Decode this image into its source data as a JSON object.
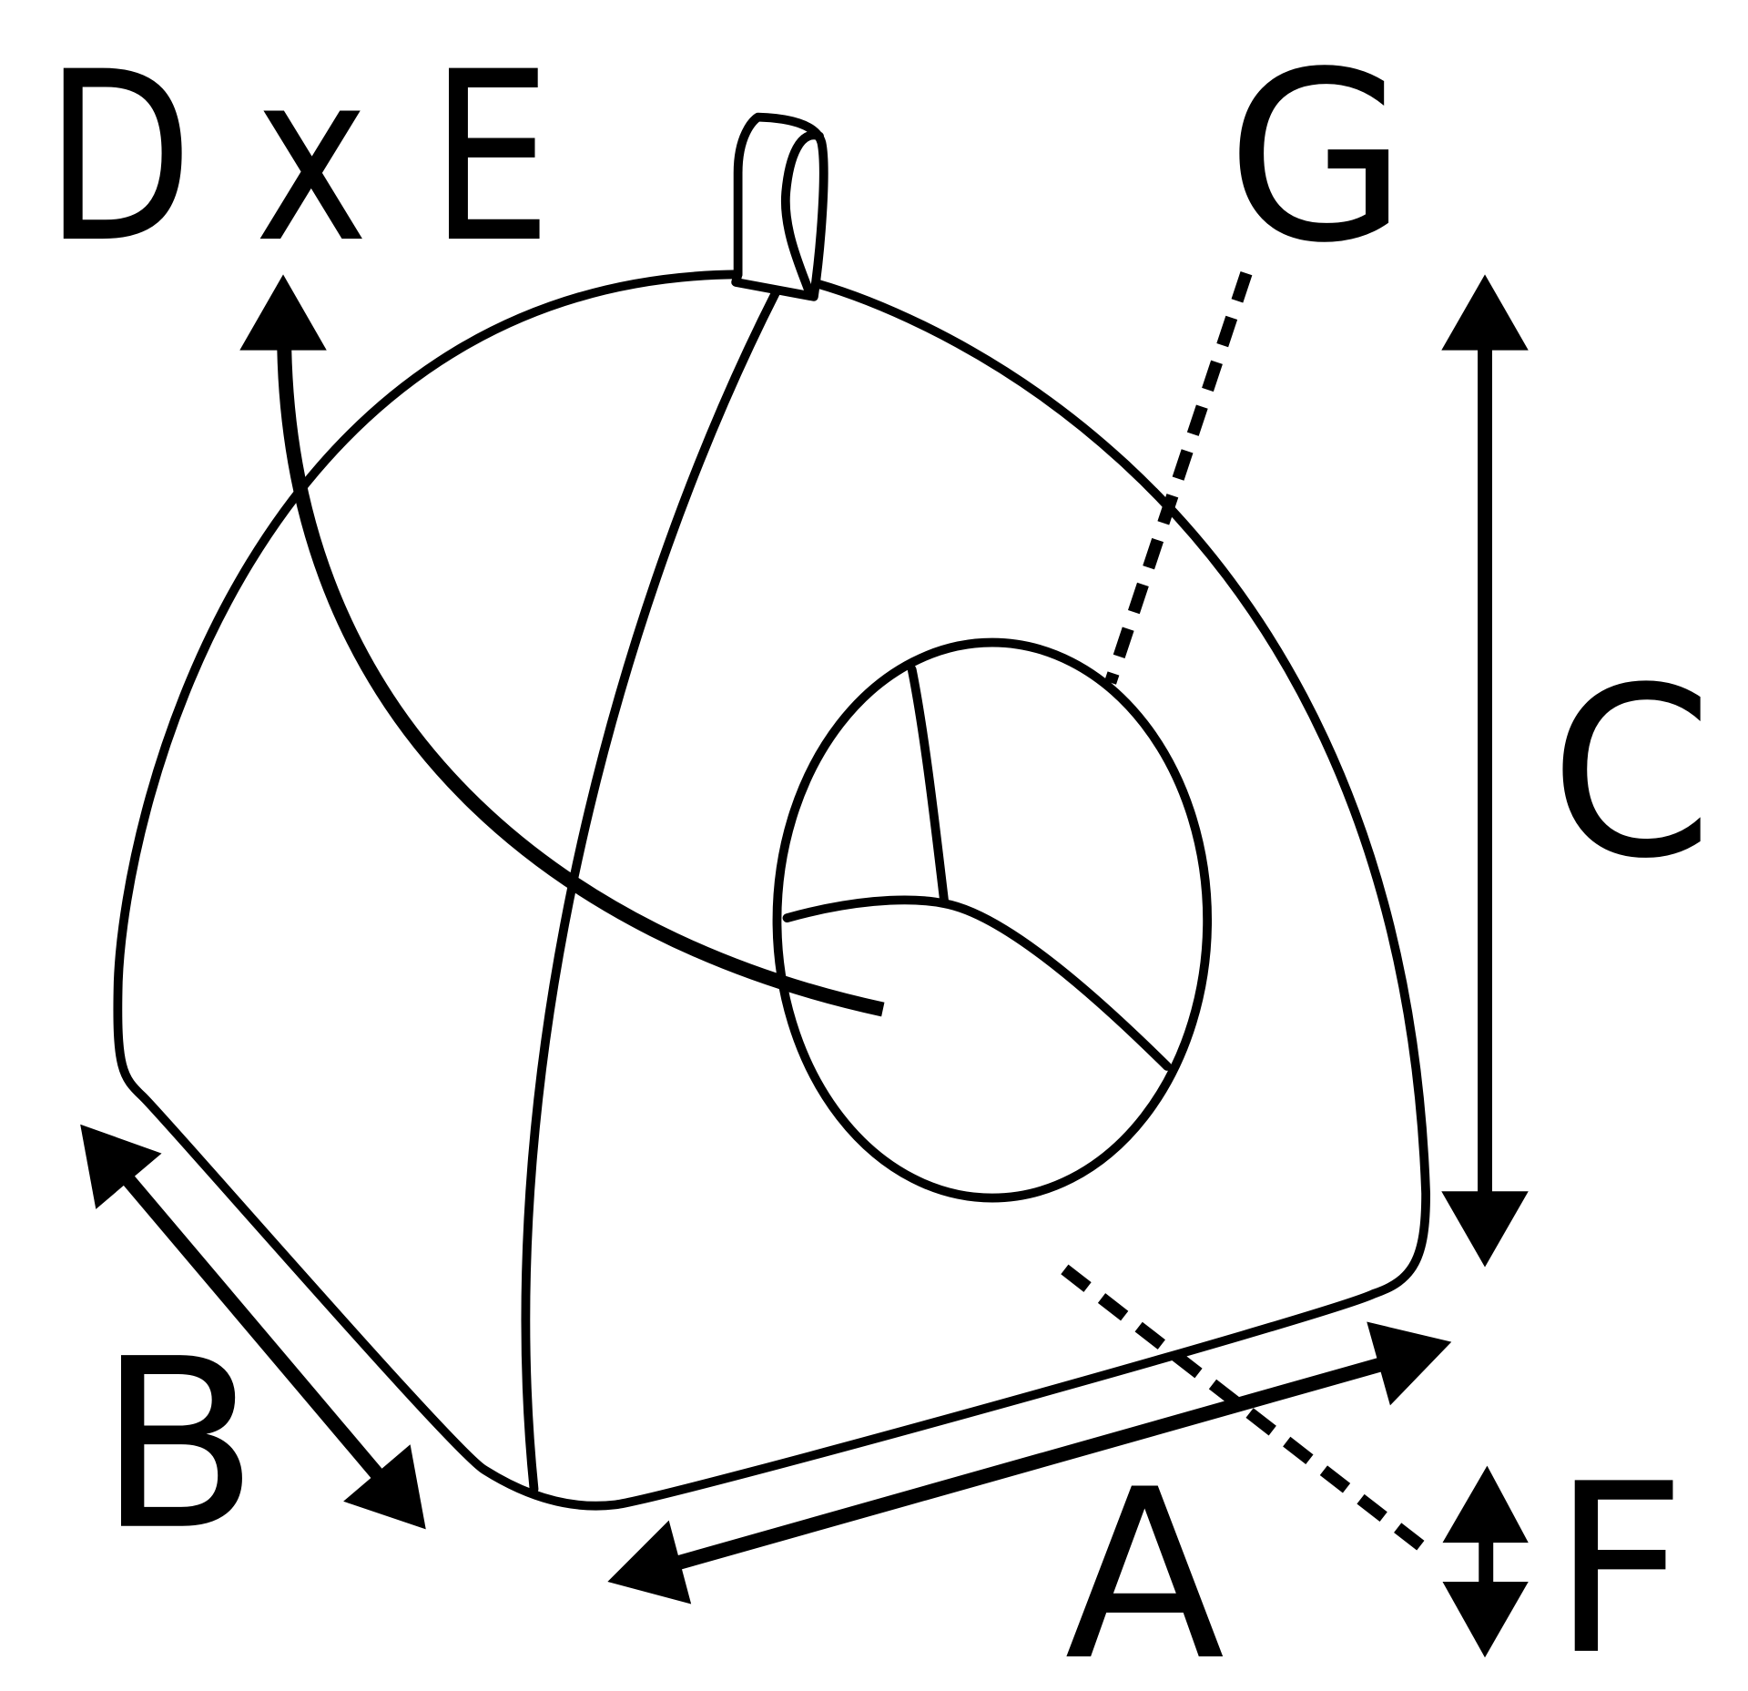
{
  "labels": {
    "dxe": "D x E",
    "g": "G",
    "c": "C",
    "b": "B",
    "a": "A",
    "f": "F"
  },
  "colors": {
    "stroke": "#000000",
    "background": "#ffffff"
  }
}
